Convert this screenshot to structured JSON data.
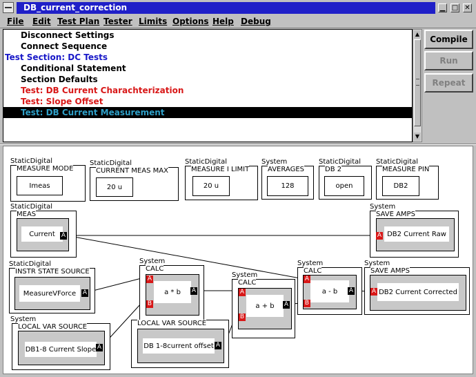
{
  "window": {
    "title": "DB_current_correction"
  },
  "menu": [
    "File",
    "Edit",
    "Test Plan",
    "Tester",
    "Limits",
    "Options",
    "Help",
    "Debug"
  ],
  "test_list": [
    {
      "text": "Disconnect Settings",
      "color": "#000000"
    },
    {
      "text": "Connect Sequence",
      "color": "#000000"
    },
    {
      "text": "Test Section: DC Tests",
      "color": "#1818c8"
    },
    {
      "text": "Conditional Statement",
      "color": "#000000"
    },
    {
      "text": "Section Defaults",
      "color": "#000000"
    },
    {
      "text": "Test: DB Current Charachterization",
      "color": "#d81818"
    },
    {
      "text": "Test: Slope Offset",
      "color": "#d81818"
    },
    {
      "text": "Test: DB Current Measurement",
      "color": "#2fa0c8",
      "selected": true
    }
  ],
  "buttons": {
    "compile": "Compile",
    "run": "Run",
    "repeat": "Repeat"
  },
  "diagram": {
    "measure_mode": {
      "category": "StaticDigital",
      "label": "MEASURE MODE",
      "value": "Imeas"
    },
    "current_meas_max": {
      "category": "StaticDigital",
      "label": "CURRENT MEAS MAX",
      "value": "20 u"
    },
    "measure_i_limit": {
      "category": "StaticDigital",
      "label": "MEASURE I LIMIT",
      "value": "20 u"
    },
    "averages": {
      "category": "System",
      "label": "AVERAGES",
      "value": "128"
    },
    "db2": {
      "category": "StaticDigital",
      "label": "DB 2",
      "value": "open"
    },
    "measure_pin": {
      "category": "StaticDigital",
      "label": "MEASURE PIN",
      "value": "DB2"
    },
    "meas": {
      "category": "StaticDigital",
      "label": "MEAS",
      "value": "Current"
    },
    "save_amps_raw": {
      "category": "System",
      "label": "SAVE AMPS",
      "value": "DB2 Current Raw"
    },
    "instr_state_source": {
      "category": "StaticDigital",
      "label": "INSTR STATE SOURCE",
      "value": "MeasureVForce"
    },
    "calc_mul": {
      "category": "System",
      "label": "CALC",
      "value": "a * b"
    },
    "calc_add": {
      "category": "System",
      "label": "CALC",
      "value": "a + b"
    },
    "calc_sub": {
      "category": "System",
      "label": "CALC",
      "value": "a - b"
    },
    "save_amps_corrected": {
      "category": "System",
      "label": "SAVE AMPS",
      "value": "DB2 Current Corrected"
    },
    "local_var_slope": {
      "category": "System",
      "label": "LOCAL VAR SOURCE",
      "value": "DB1-8 Current Slope"
    },
    "local_var_offset": {
      "category": "",
      "label": "LOCAL VAR SOURCE",
      "value": "DB 1-8current offset"
    },
    "port_a": "A",
    "port_b": "B"
  }
}
